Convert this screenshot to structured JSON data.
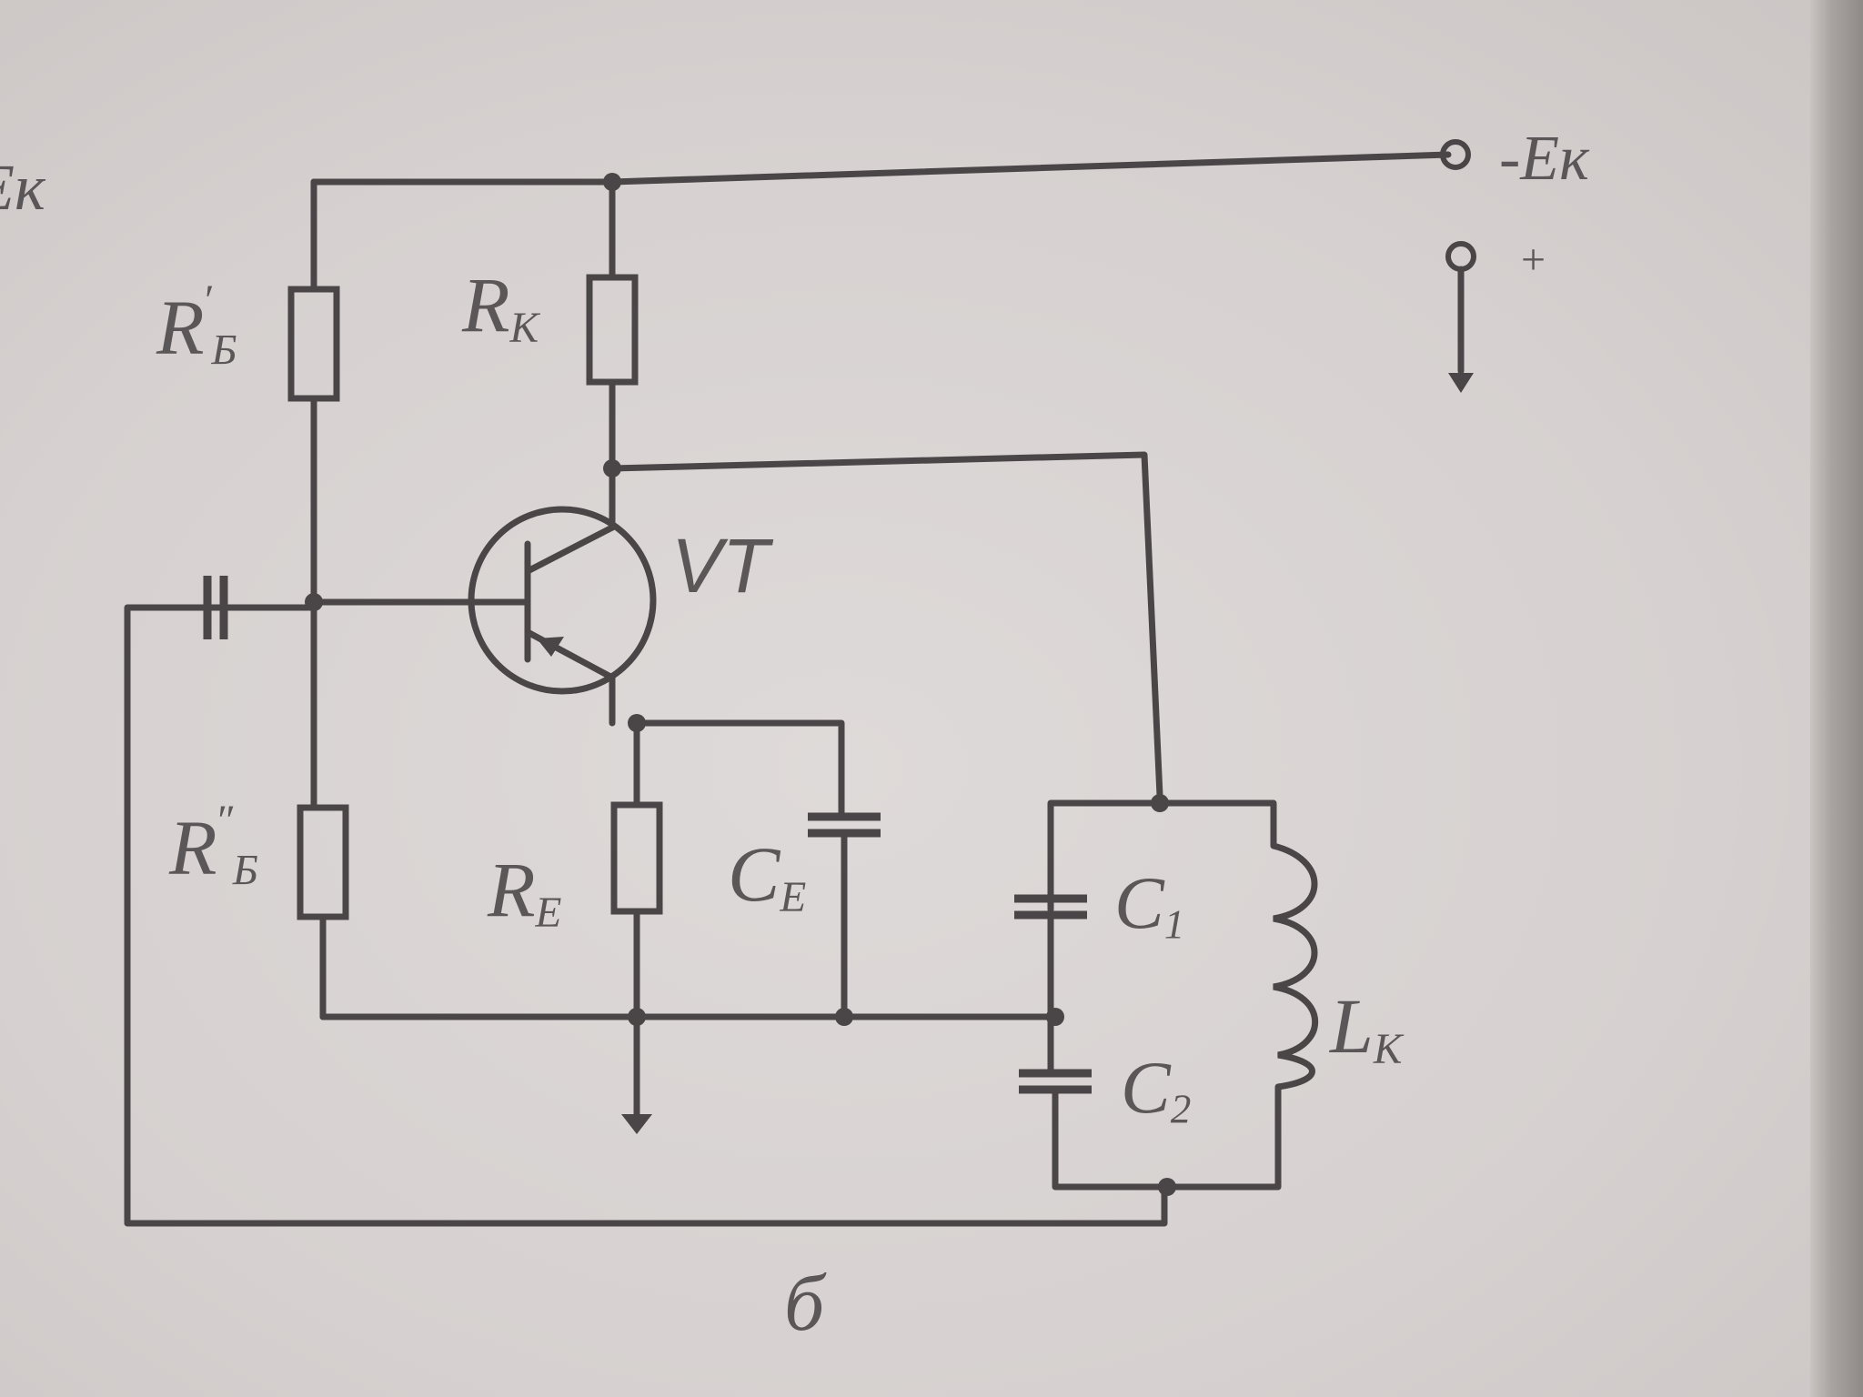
{
  "labels": {
    "left_cut": "Ек",
    "supply_minus": "-Eк",
    "supply_plus": "+",
    "rb1_main": "R",
    "rb1_sup": "′",
    "rb1_sub": "Б",
    "rk_main": "R",
    "rk_sub": "К",
    "transistor": "VT",
    "rb2_main": "R",
    "rb2_sup": "″",
    "rb2_sub": "Б",
    "re_main": "R",
    "re_sub": "Е",
    "ce_main": "C",
    "ce_sub": "Е",
    "c1_main": "C",
    "c1_sub": "1",
    "c2_main": "C",
    "c2_sub": "2",
    "lk_main": "L",
    "lk_sub": "К",
    "figure_caption": "б"
  },
  "colors": {
    "ink": "#4a4647",
    "paper": "#d9d4d3",
    "label": "#5b5758"
  }
}
